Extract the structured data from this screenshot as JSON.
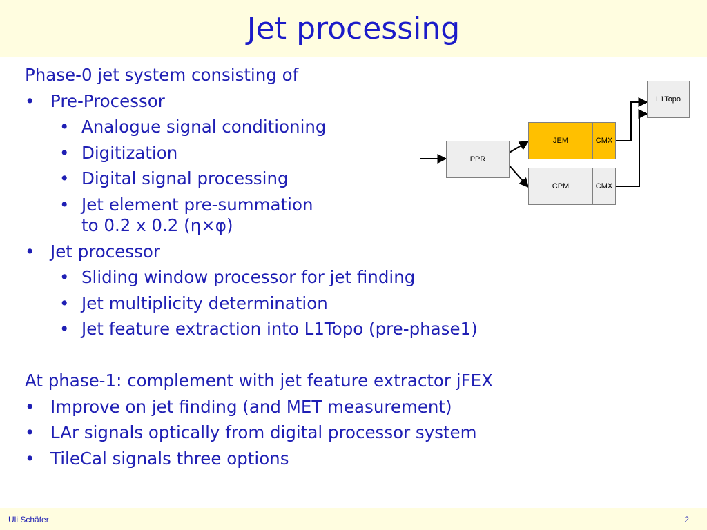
{
  "title": "Jet processing",
  "content": {
    "intro": "Phase-0 jet system consisting of",
    "ppr_heading": "Pre-Processor",
    "ppr_items": [
      "Analogue signal conditioning",
      "Digitization",
      "Digital signal processing",
      "Jet element pre-summation"
    ],
    "ppr_item_continuation": "to 0.2 x 0.2 (η×φ)",
    "jp_heading": "Jet processor",
    "jp_items": [
      "Sliding window processor for jet finding",
      "Jet multiplicity determination",
      "Jet feature extraction into L1Topo (pre-phase1)"
    ],
    "phase1_intro": "At phase-1: complement with jet feature extractor jFEX",
    "phase1_items": [
      "Improve on jet finding (and MET measurement)",
      "LAr signals optically from digital processor system",
      "TileCal signals three options"
    ],
    "bullet_symbol": "•"
  },
  "diagram": {
    "ppr": "PPR",
    "jem": "JEM",
    "cpm": "CPM",
    "cmx_top": "CMX",
    "cmx_bottom": "CMX",
    "l1topo": "L1Topo",
    "colors": {
      "jem_fill": "#ffc000",
      "box_fill": "#eeeeee"
    }
  },
  "footer": {
    "author": "Uli Schäfer",
    "page_number": "2"
  }
}
